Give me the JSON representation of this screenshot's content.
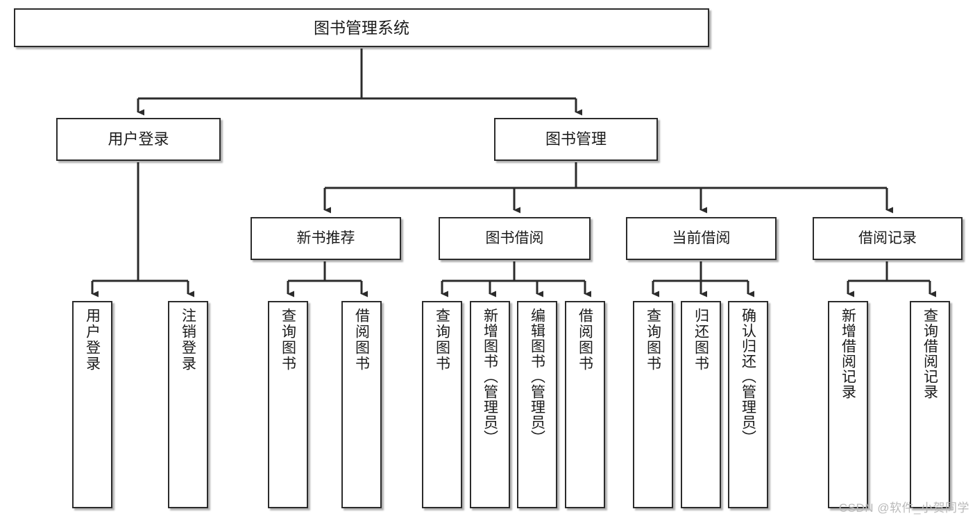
{
  "diagram": {
    "type": "tree",
    "title": "图书管理系统",
    "root": {
      "id": "root",
      "label": "图书管理系统"
    },
    "level1": [
      {
        "id": "user-login",
        "label": "用户登录"
      },
      {
        "id": "book-management",
        "label": "图书管理"
      }
    ],
    "level2": [
      {
        "id": "new-book-recommend",
        "label": "新书推荐",
        "parent": "book-management"
      },
      {
        "id": "book-borrow",
        "label": "图书借阅",
        "parent": "book-management"
      },
      {
        "id": "current-borrow",
        "label": "当前借阅",
        "parent": "book-management"
      },
      {
        "id": "borrow-record",
        "label": "借阅记录",
        "parent": "book-management"
      }
    ],
    "leaves": {
      "user_login": [
        {
          "id": "leaf-user-login",
          "label": "用户登录"
        },
        {
          "id": "leaf-user-logout",
          "label": "注销登录"
        }
      ],
      "new_book_recommend": [
        {
          "id": "leaf-query-book-1",
          "label": "查询图书"
        },
        {
          "id": "leaf-borrow-book-1",
          "label": "借阅图书"
        }
      ],
      "book_borrow": [
        {
          "id": "leaf-query-book-2",
          "label": "查询图书"
        },
        {
          "id": "leaf-add-book",
          "label": "新增图书（管理员）"
        },
        {
          "id": "leaf-edit-book",
          "label": "编辑图书（管理员）"
        },
        {
          "id": "leaf-borrow-book-2",
          "label": "借阅图书"
        }
      ],
      "current_borrow": [
        {
          "id": "leaf-query-book-3",
          "label": "查询图书"
        },
        {
          "id": "leaf-return-book",
          "label": "归还图书"
        },
        {
          "id": "leaf-confirm-return",
          "label": "确认归还（管理员）"
        }
      ],
      "borrow_record": [
        {
          "id": "leaf-add-record",
          "label": "新增借阅记录"
        },
        {
          "id": "leaf-query-record",
          "label": "查询借阅记录"
        }
      ]
    },
    "colors": {
      "node_border": "#2b2b2b",
      "node_fill": "#ffffff",
      "edge": "#2b2b2b",
      "text": "#1b1b1b",
      "watermark": "#b9b9b9",
      "background": "#ffffff"
    }
  },
  "watermark": {
    "text": "CSDN @软件_小贺同学"
  }
}
